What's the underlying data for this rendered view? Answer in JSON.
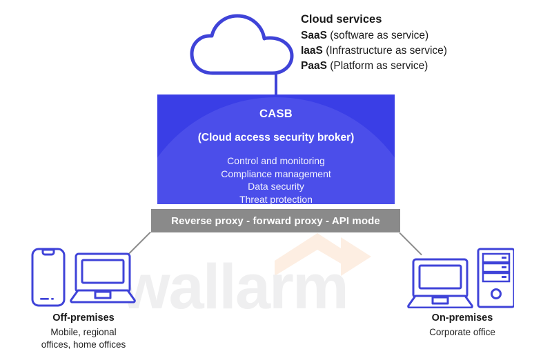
{
  "colors": {
    "brand_blue": "#3a3ee6",
    "dome_blue": "#4b4eea",
    "icon_blue": "#3f43d8",
    "proxy_gray": "#8a8a8a",
    "watermark_gray": "#efeff0",
    "watermark_peach": "#fdeee2",
    "text_dark": "#1a1a1a"
  },
  "cloud": {
    "icon": "cloud-icon",
    "title": "Cloud services",
    "services": [
      {
        "abbr": "SaaS",
        "expansion": "(software as service)"
      },
      {
        "abbr": "IaaS",
        "expansion": "(Infrastructure as service)"
      },
      {
        "abbr": "PaaS",
        "expansion": "(Platform as service)"
      }
    ]
  },
  "casb": {
    "title": "CASB",
    "subtitle": "(Cloud access security broker)",
    "features": [
      "Control and monitoring",
      "Compliance management",
      "Data security",
      "Threat protection"
    ]
  },
  "proxy_bar": {
    "label": "Reverse proxy - forward proxy - API mode"
  },
  "premises": {
    "left": {
      "title": "Off-premises",
      "description": "Mobile, regional\noffices, home offices",
      "description_line1": "Mobile, regional",
      "description_line2": "offices, home offices",
      "devices": [
        "smartphone-icon",
        "laptop-icon"
      ]
    },
    "right": {
      "title": "On-premises",
      "description": "Corporate office",
      "description_line1": "Corporate office",
      "devices": [
        "laptop-icon",
        "server-tower-icon"
      ]
    }
  },
  "watermark": {
    "text": "wallarm",
    "mark": "wallarm-chevron-logo"
  }
}
